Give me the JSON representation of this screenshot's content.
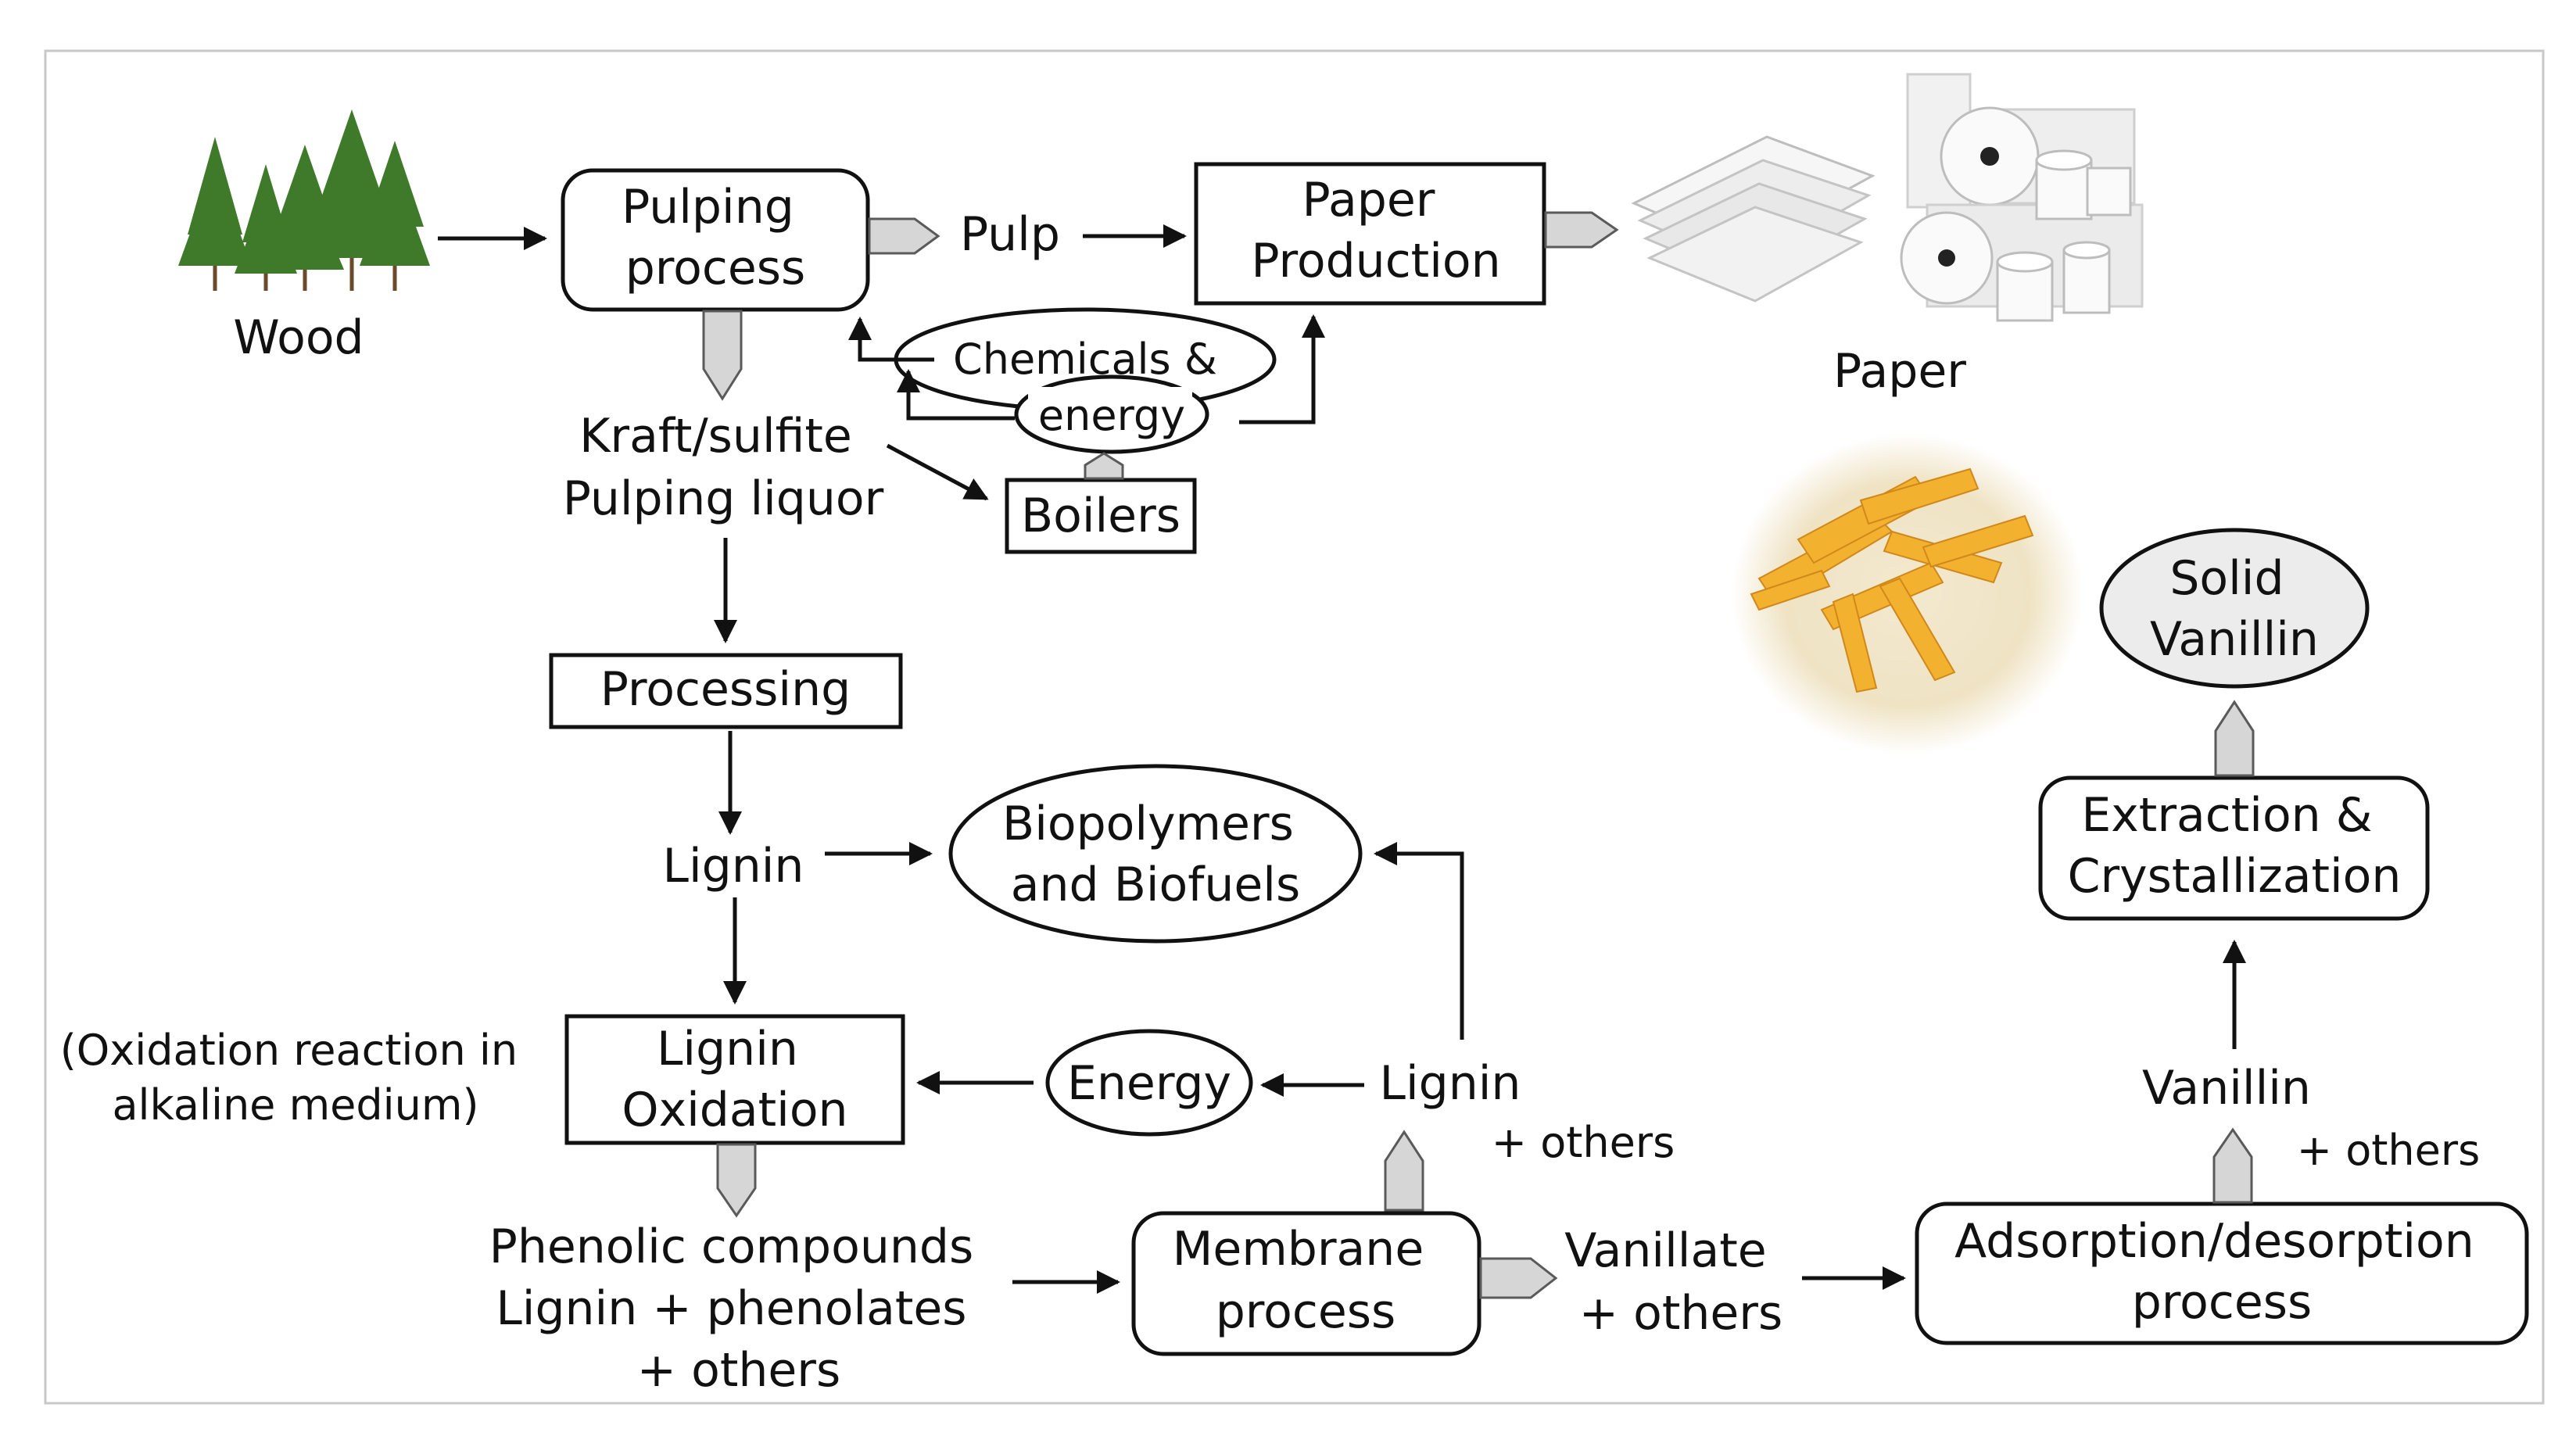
{
  "nodes": {
    "wood": "Wood",
    "pulping": [
      "Pulping",
      "process"
    ],
    "pulp": "Pulp",
    "paper_production": [
      "Paper",
      "Production"
    ],
    "paper": "Paper",
    "chemicals": "Chemicals &",
    "energy_top": "energy",
    "liquor": [
      "Kraft/sulfite",
      "Pulping liquor"
    ],
    "boilers": "Boilers",
    "processing": "Processing",
    "lignin_mid": "Lignin",
    "biopolymers": [
      "Biopolymers",
      "and Biofuels"
    ],
    "oxidation_note": [
      "(Oxidation reaction in",
      "alkaline medium)"
    ],
    "lignin_oxidation": [
      "Lignin",
      "Oxidation"
    ],
    "energy_mid": "Energy",
    "lignin_right": "Lignin",
    "lignin_others": "+ others",
    "phenolic": [
      "Phenolic compounds",
      "Lignin + phenolates",
      "+ others"
    ],
    "membrane": [
      "Membrane",
      "process"
    ],
    "vanillate": [
      "Vanillate",
      "+ others"
    ],
    "adsorption": [
      "Adsorption/desorption",
      "process"
    ],
    "vanillin": "Vanillin",
    "vanillin_others": "+ others",
    "extraction": [
      "Extraction &",
      "Crystallization"
    ],
    "solid_vanillin": [
      "Solid",
      "Vanillin"
    ]
  },
  "colors": {
    "line": "#111111",
    "fat_arrow": "#d6d6d6",
    "solid_vanillin_fill": "#ececec",
    "vanillin_crystals": "#f2b230",
    "tree_green": "#3f7a2a"
  },
  "icons": [
    "tree-icon",
    "paper-sheets-icon",
    "paper-rolls-icon",
    "vanillin-crystals-icon"
  ]
}
